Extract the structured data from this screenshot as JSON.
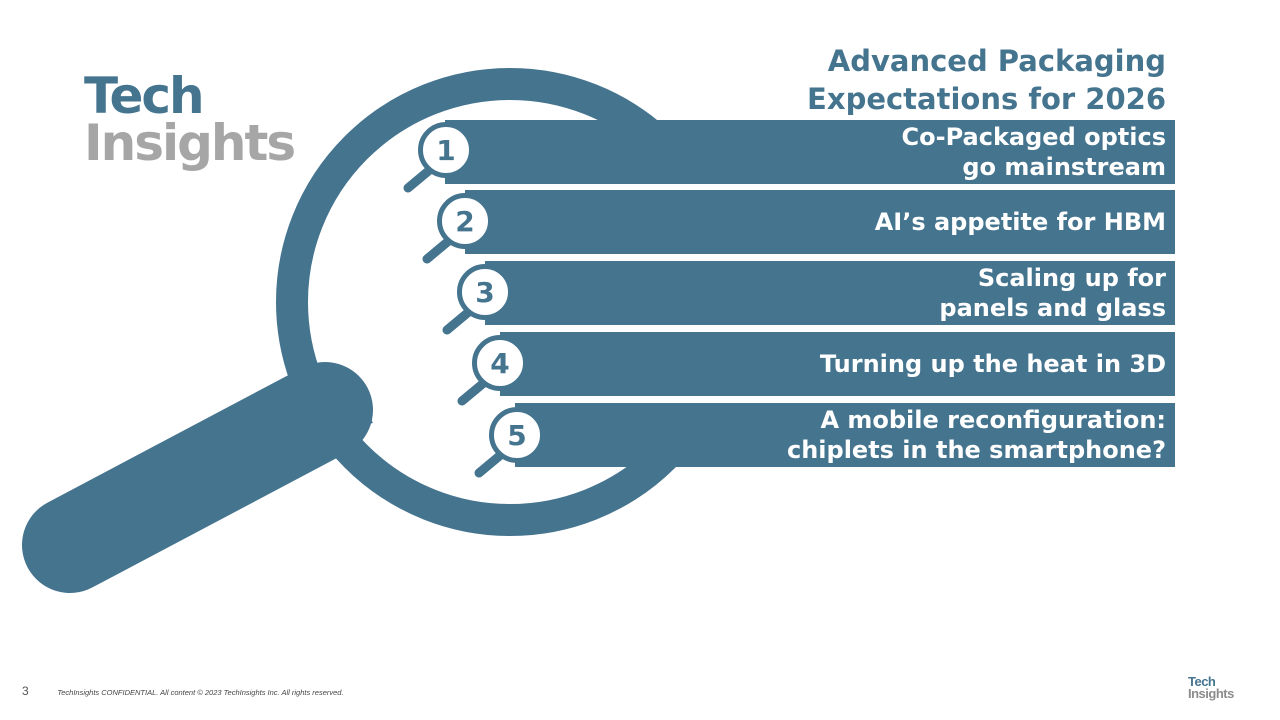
{
  "logo": {
    "line1": "Tech",
    "line2": "Insights"
  },
  "title": {
    "line1": "Advanced Packaging",
    "line2": "Expectations for 2026"
  },
  "items": [
    {
      "number": "1",
      "line1": "Co-Packaged optics",
      "line2": "go mainstream"
    },
    {
      "number": "2",
      "line1": "AI’s appetite for HBM",
      "line2": ""
    },
    {
      "number": "3",
      "line1": "Scaling up for",
      "line2": "panels and glass"
    },
    {
      "number": "4",
      "line1": "Turning up the heat in 3D",
      "line2": ""
    },
    {
      "number": "5",
      "line1": "A mobile reconfiguration:",
      "line2": "chiplets in the smartphone?"
    }
  ],
  "footer": {
    "page_number": "3",
    "confidential": "TechInsights CONFIDENTIAL. All content © 2023 TechInsights Inc. All rights reserved."
  },
  "footer_logo": {
    "line1": "Tech",
    "line2": "Insights"
  },
  "colors": {
    "accent": "#45748f",
    "gray": "#a6a6a6",
    "background": "#ffffff"
  },
  "icons": [
    "magnifying-glass-icon",
    "mini-magnifier-icon"
  ]
}
